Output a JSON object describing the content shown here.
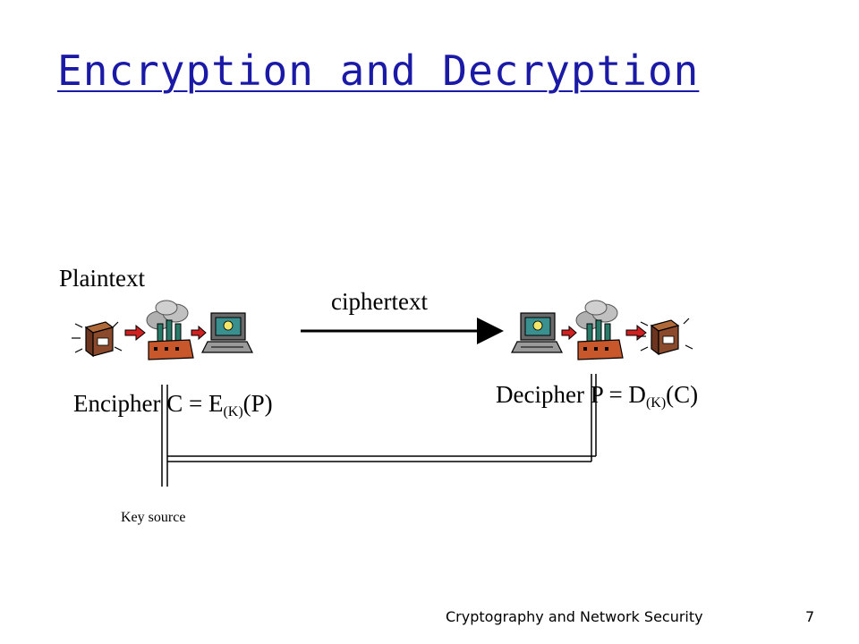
{
  "slide": {
    "title": "Encryption and Decryption",
    "footer": "Cryptography and Network Security",
    "page_number": "7"
  },
  "labels": {
    "plaintext": "Plaintext",
    "ciphertext": "ciphertext",
    "encipher_prefix": "Encipher C = E",
    "encipher_sub": "(K)",
    "encipher_suffix": "(P)",
    "decipher_prefix": "Decipher P = D",
    "decipher_sub": "(K)",
    "decipher_suffix": "(C)",
    "key_source": "Key source"
  },
  "icons": [
    "package-icon",
    "arrow-icon",
    "factory-icon",
    "computer-icon"
  ],
  "colors": {
    "title": "#1a1aa6",
    "package": "#8b4a2b",
    "factory": "#c8572b",
    "arrow": "#d02020",
    "screen": "#3a8f8f"
  }
}
